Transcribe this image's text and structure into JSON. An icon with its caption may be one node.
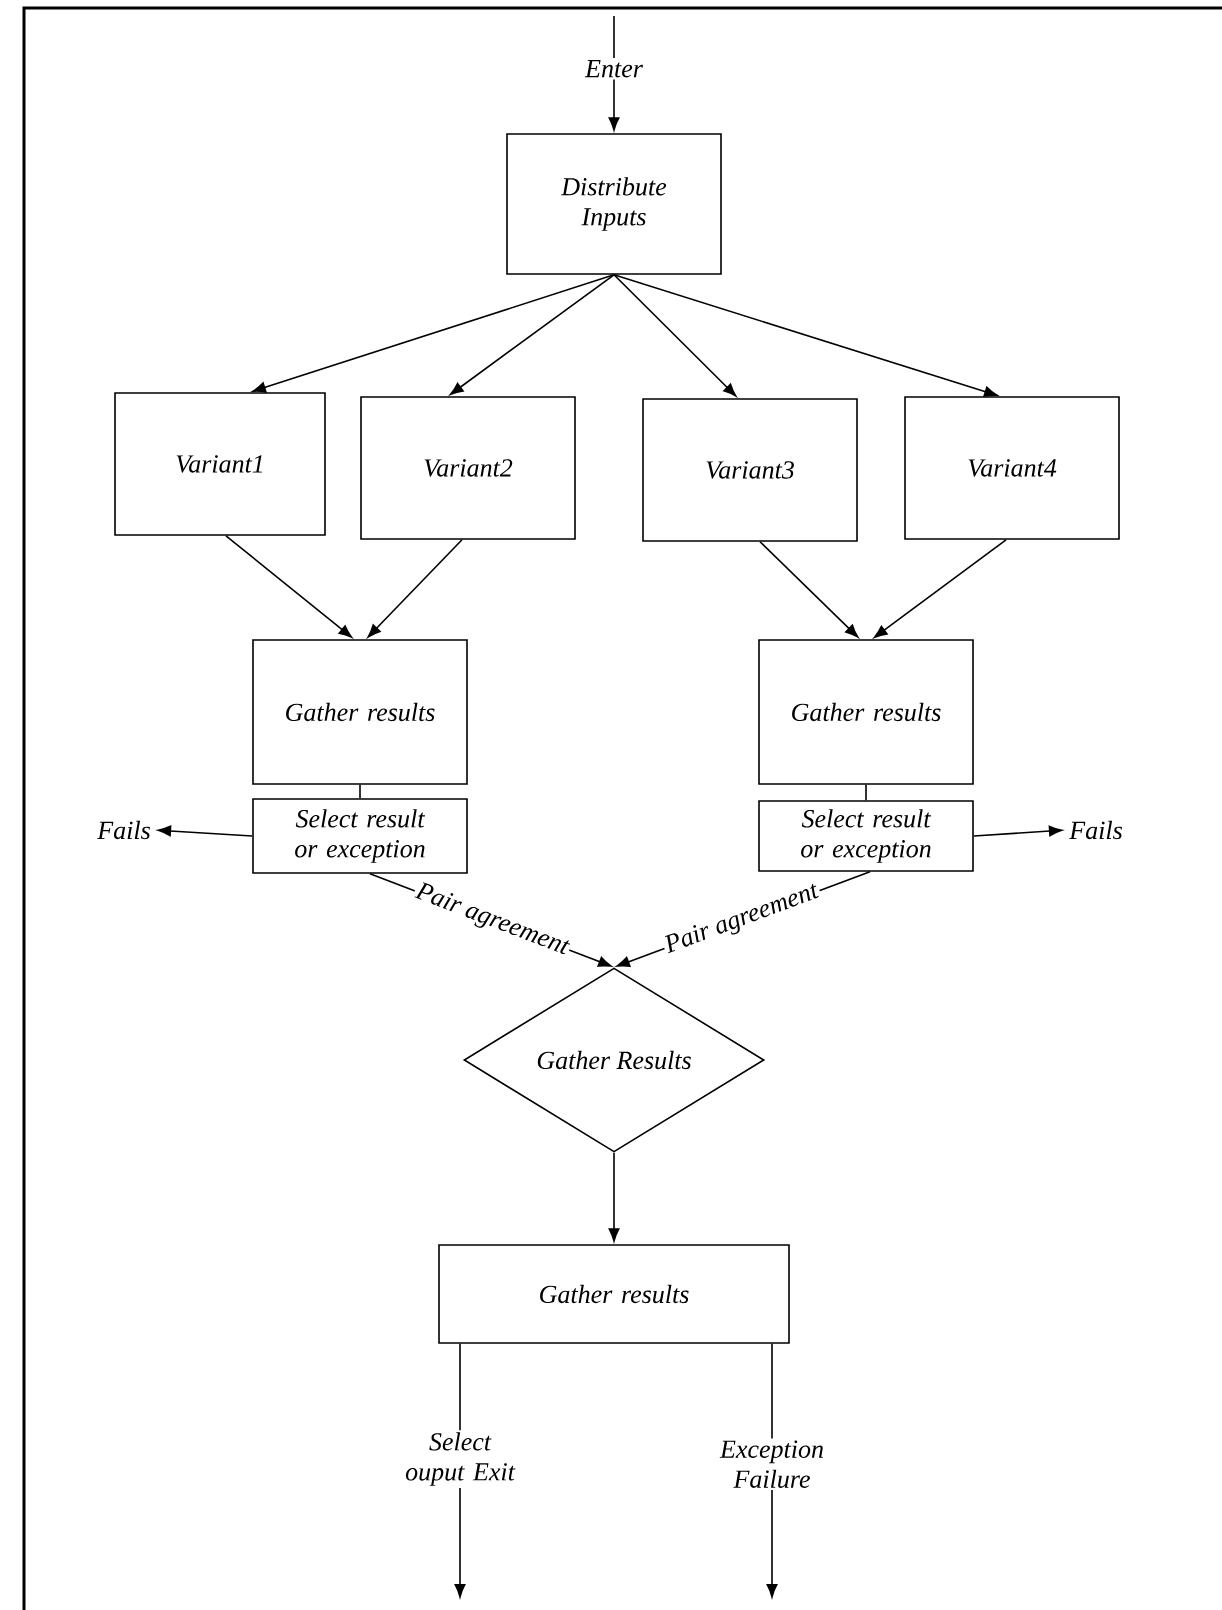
{
  "diagram": {
    "nodes": [
      {
        "text": [
          "Distribute Inputs"
        ]
      },
      {
        "text": [
          "Variant1"
        ]
      },
      {
        "text": [
          "Variant2"
        ]
      },
      {
        "text": [
          "Variant3"
        ]
      },
      {
        "text": [
          "Variant4"
        ]
      },
      {
        "text": [
          "Gather results"
        ]
      },
      {
        "text": [
          "Select result or exception"
        ]
      },
      {
        "text": [
          "Gather results"
        ]
      },
      {
        "text": [
          "Select result or exception"
        ]
      },
      {
        "text": [
          "Gather Results"
        ]
      },
      {
        "text": [
          "Gather results"
        ]
      },
      {
        "text": [
          "Fails"
        ]
      },
      {
        "text": [
          "Fails"
        ]
      }
    ],
    "edges": [
      {
        "from": null,
        "to": 0,
        "arrow": "to",
        "label": "Enter"
      },
      {
        "from": 0,
        "to": 1,
        "arrow": "to"
      },
      {
        "from": 0,
        "to": 2,
        "arrow": "to"
      },
      {
        "from": 0,
        "to": 3,
        "arrow": "to"
      },
      {
        "from": 0,
        "to": 4,
        "arrow": "to"
      },
      {
        "from": 1,
        "to": 5,
        "arrow": "to"
      },
      {
        "from": 2,
        "to": 5,
        "arrow": "to"
      },
      {
        "from": 3,
        "to": 7,
        "arrow": "to"
      },
      {
        "from": 4,
        "to": 7,
        "arrow": "to"
      },
      {
        "from": 5,
        "to": 6,
        "arrow": "none"
      },
      {
        "from": 7,
        "to": 8,
        "arrow": "none"
      },
      {
        "from": 6,
        "to": 11,
        "arrow": "to"
      },
      {
        "from": 8,
        "to": 12,
        "arrow": "to"
      },
      {
        "from": 6,
        "to": 9,
        "arrow": "to",
        "label": "Pair agreement"
      },
      {
        "from": 8,
        "to": 9,
        "arrow": "to",
        "label": "Pair agreement"
      },
      {
        "from": 9,
        "to": 10,
        "arrow": "to"
      },
      {
        "from": 10,
        "to": null,
        "arrow": "to",
        "label": "Select ouput Exit"
      },
      {
        "from": 10,
        "to": null,
        "arrow": "to",
        "label": "Exception Failure"
      }
    ]
  }
}
